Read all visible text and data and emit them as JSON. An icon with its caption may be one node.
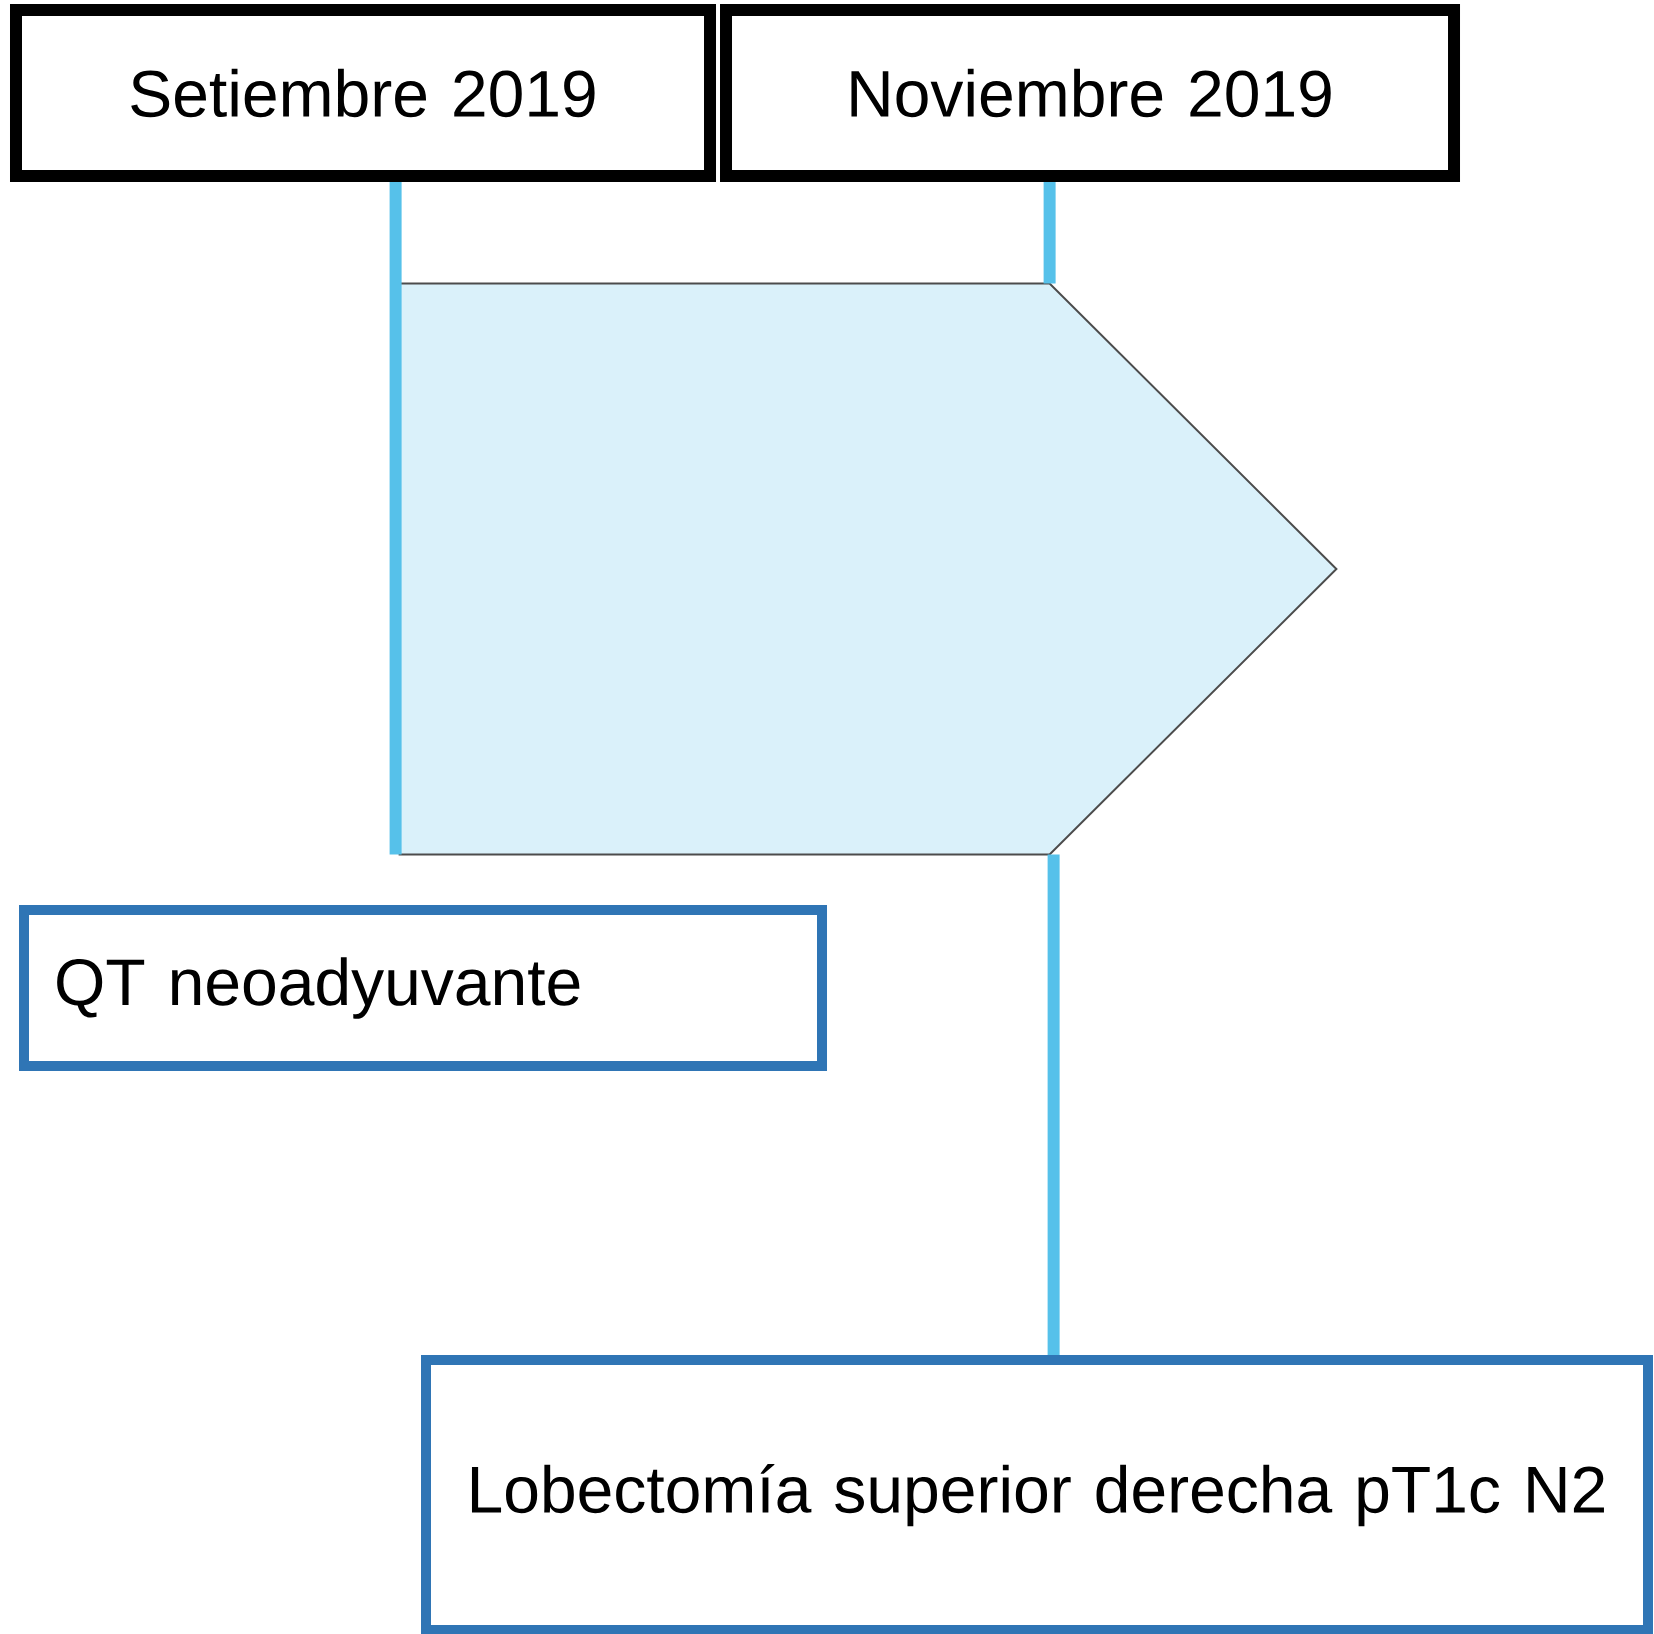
{
  "diagram": {
    "nodes": [
      {
        "text": [
          "Setiembre 2019"
        ]
      },
      {
        "text": [
          "Noviembre 2019"
        ]
      },
      {
        "text": [],
        "shape": "pentagon"
      },
      {
        "text": [
          "QT neoadyuvante"
        ]
      },
      {
        "text": [
          "Lobectomía superior derecha pT1c N2"
        ]
      }
    ],
    "edges": [
      {
        "from": 0,
        "to": 2,
        "arrow": "none"
      },
      {
        "from": 1,
        "to": 2,
        "arrow": "none"
      },
      {
        "from": 2,
        "to": 4,
        "arrow": "none"
      }
    ]
  }
}
